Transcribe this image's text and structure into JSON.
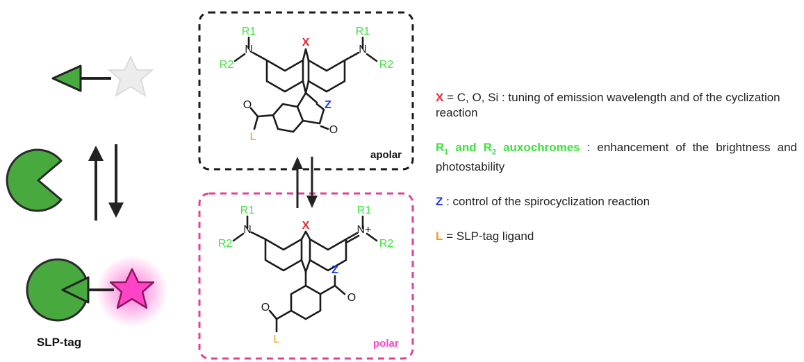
{
  "colors": {
    "green_substituent": "#3ee23e",
    "red_x": "#e8262f",
    "blue_z": "#1c36e6",
    "orange_l": "#f39a15",
    "magenta_box": "#e0409a",
    "protein_green": "#48a93f",
    "star_pink": "#ff44c8",
    "star_grey": "#ececec",
    "ink": "#1a1a1a"
  },
  "scheme": {
    "tag_label": "SLP-tag",
    "apolar_label": "apolar",
    "polar_label": "polar",
    "atoms": {
      "x": "X",
      "n": "N",
      "r1": "R1",
      "r2": "R2",
      "z": "Z",
      "o": "O",
      "l": "L",
      "n_plus": "N+"
    }
  },
  "legend": {
    "x": {
      "key": "X",
      "text": " = C, O, Si : tuning of emission wavelength and of the cyclization reaction"
    },
    "r": {
      "key_r1": "R",
      "key_r1_sub": "1",
      "key_and": " and ",
      "key_r2": "R",
      "key_r2_sub": "2",
      "key_aux": " auxochromes",
      "text": " : enhancement of the brightness and photostability"
    },
    "z": {
      "key": "Z",
      "text": " : control of the spirocyclization reaction"
    },
    "l": {
      "key": "L",
      "text": " = SLP-tag ligand"
    }
  }
}
